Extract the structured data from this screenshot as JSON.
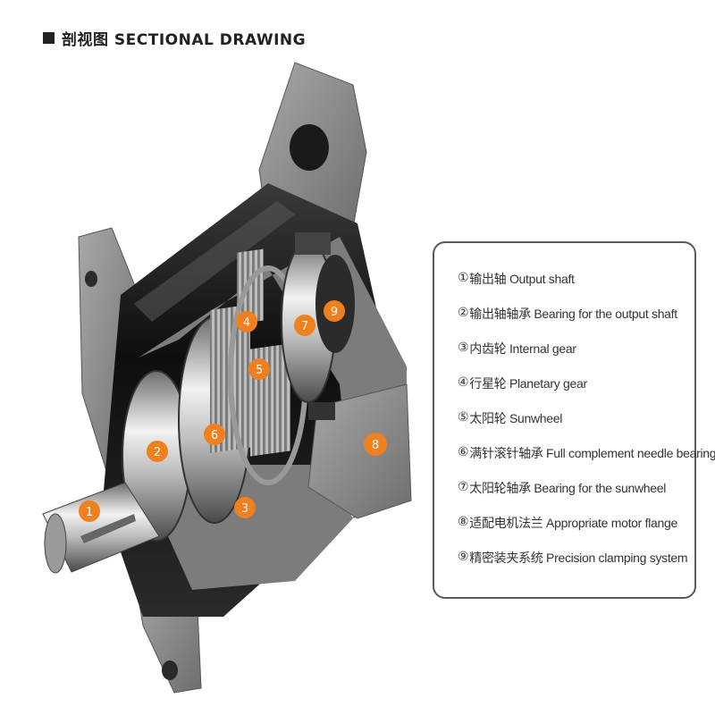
{
  "header": {
    "title": "剖视图 SECTIONAL DRAWING"
  },
  "markers": [
    {
      "id": "1",
      "label": "1"
    },
    {
      "id": "2",
      "label": "2"
    },
    {
      "id": "3",
      "label": "3"
    },
    {
      "id": "4",
      "label": "4"
    },
    {
      "id": "5",
      "label": "5"
    },
    {
      "id": "6",
      "label": "6"
    },
    {
      "id": "7",
      "label": "7"
    },
    {
      "id": "8",
      "label": "8"
    },
    {
      "id": "9",
      "label": "9"
    }
  ],
  "legend": {
    "items": [
      {
        "num": "①",
        "text": "输出轴 Output shaft"
      },
      {
        "num": "②",
        "text": "输出轴轴承 Bearing for the output shaft"
      },
      {
        "num": "③",
        "text": "内齿轮 Internal gear"
      },
      {
        "num": "④",
        "text": "行星轮 Planetary gear"
      },
      {
        "num": "⑤",
        "text": "太阳轮 Sunwheel"
      },
      {
        "num": "⑥",
        "text": "满针滚针轴承 Full complement needle bearing"
      },
      {
        "num": "⑦",
        "text": "太阳轮轴承 Bearing for the sunwheel"
      },
      {
        "num": "⑧",
        "text": "适配电机法兰 Appropriate motor flange"
      },
      {
        "num": "⑨",
        "text": "精密装夹系统 Precision clamping system"
      }
    ]
  },
  "colors": {
    "marker_orange": "#f07f1e",
    "housing_gray": "#8c8c8c",
    "housing_dark": "#5e5e5e",
    "body_black": "#1b1b1b",
    "steel": "#c9c9c9"
  }
}
